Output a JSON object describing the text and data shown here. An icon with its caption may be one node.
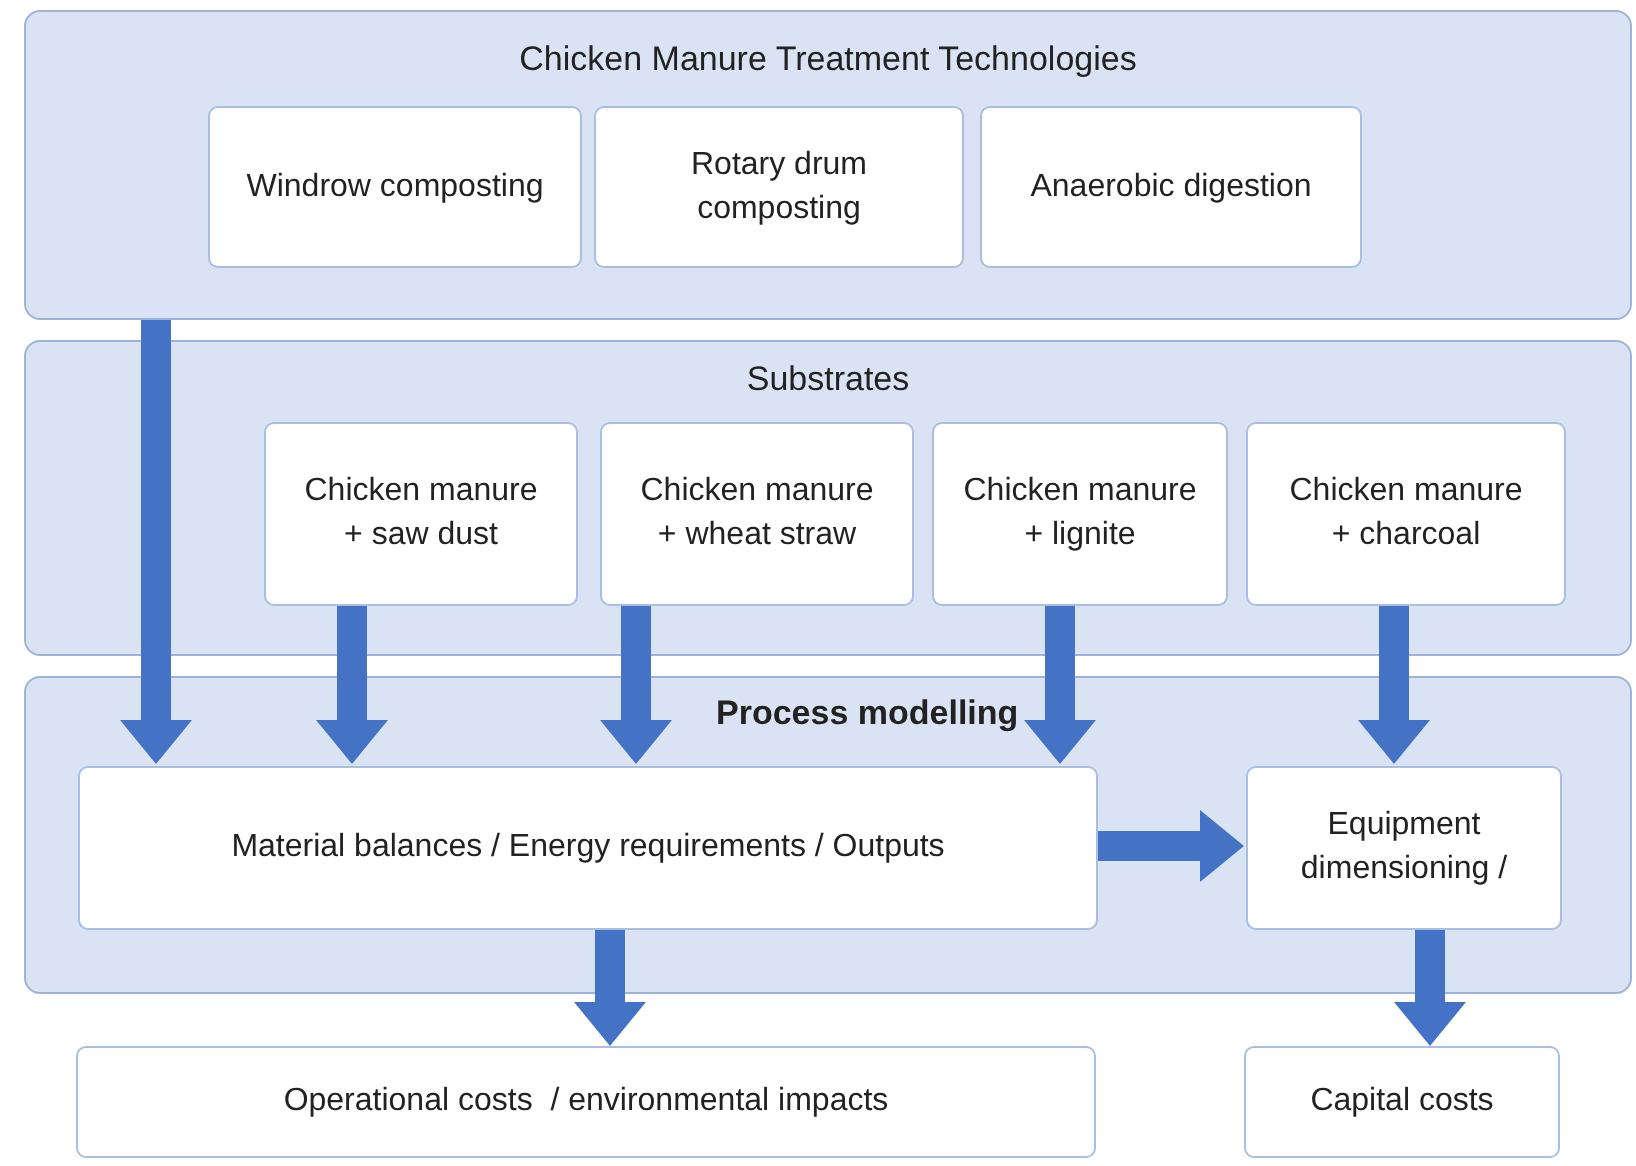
{
  "diagram": {
    "nodes": [
      {
        "text": [
          "Chicken Manure Treatment Technologies"
        ]
      },
      {
        "text": [
          "Windrow composting"
        ],
        "in": 0
      },
      {
        "text": [
          "Rotary drum composting"
        ],
        "in": 0
      },
      {
        "text": [
          "Anaerobic digestion"
        ],
        "in": 0
      },
      {
        "text": [
          "Substrates"
        ]
      },
      {
        "text": [
          "Chicken manure + saw dust"
        ],
        "in": 4
      },
      {
        "text": [
          "Chicken manure + wheat straw"
        ],
        "in": 4
      },
      {
        "text": [
          "Chicken manure + lignite"
        ],
        "in": 4
      },
      {
        "text": [
          "Chicken manure + charcoal"
        ],
        "in": 4
      },
      {
        "text": [
          "Process modelling"
        ]
      },
      {
        "text": [
          "Material balances / Energy requirements / Outputs"
        ],
        "in": 9
      },
      {
        "text": [
          "Equipment dimensioning /"
        ],
        "in": 9
      },
      {
        "text": [
          "Operational costs  / environmental impacts"
        ]
      },
      {
        "text": [
          "Capital costs"
        ]
      }
    ],
    "edges": [
      {
        "from": 0,
        "to": 10,
        "arrow": "to"
      },
      {
        "from": 5,
        "to": 10,
        "arrow": "to"
      },
      {
        "from": 6,
        "to": 10,
        "arrow": "to"
      },
      {
        "from": 7,
        "to": 10,
        "arrow": "to"
      },
      {
        "from": 8,
        "to": 11,
        "arrow": "to"
      },
      {
        "from": 10,
        "to": 11,
        "arrow": "to"
      },
      {
        "from": 10,
        "to": 12,
        "arrow": "to"
      },
      {
        "from": 11,
        "to": 13,
        "arrow": "to"
      }
    ]
  }
}
